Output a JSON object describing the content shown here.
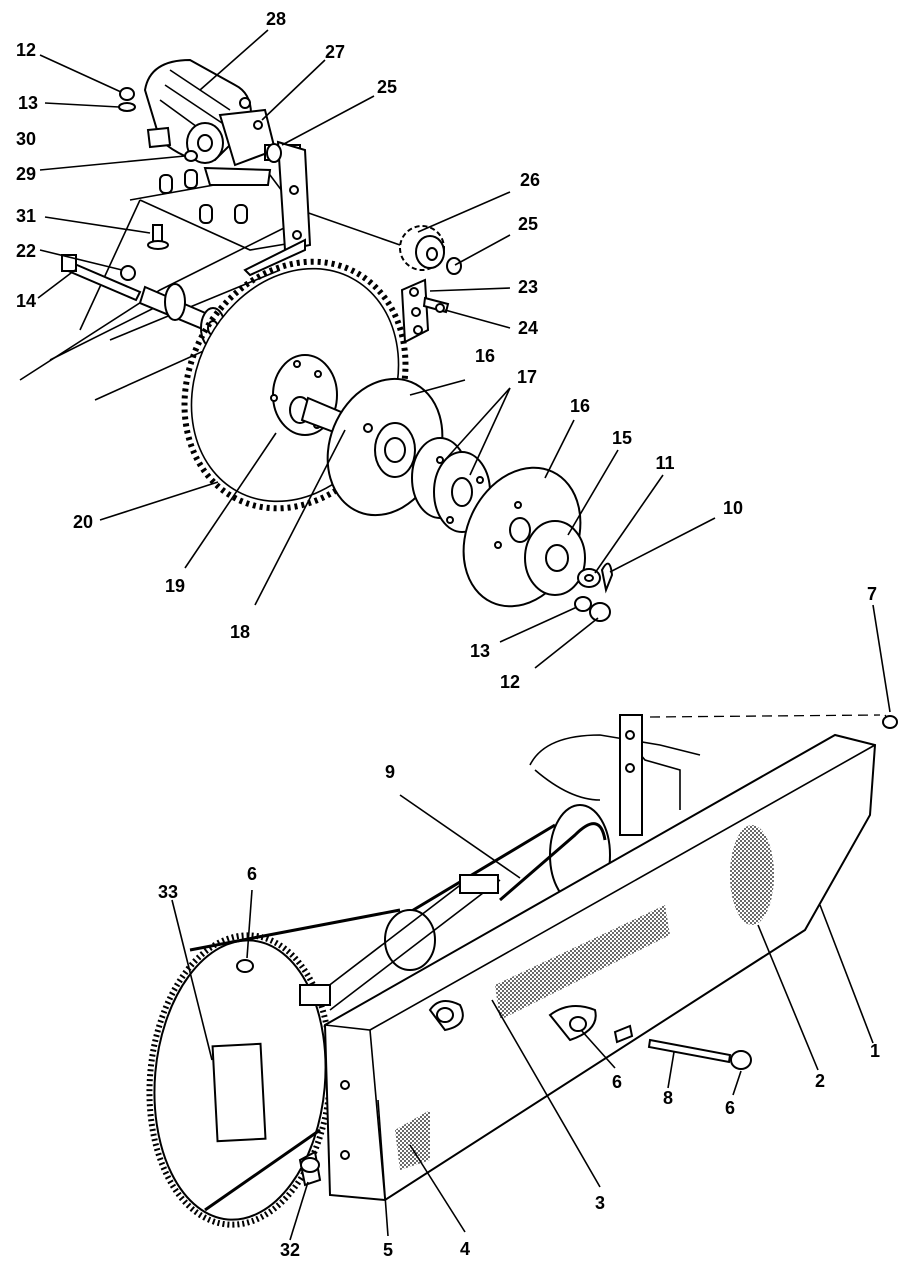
{
  "diagram": {
    "callouts": [
      {
        "id": "c28",
        "text": "28"
      },
      {
        "id": "c27",
        "text": "27"
      },
      {
        "id": "c25a",
        "text": "25"
      },
      {
        "id": "c12a",
        "text": "12"
      },
      {
        "id": "c13a",
        "text": "13"
      },
      {
        "id": "c30",
        "text": "30"
      },
      {
        "id": "c29",
        "text": "29"
      },
      {
        "id": "c31",
        "text": "31"
      },
      {
        "id": "c22",
        "text": "22"
      },
      {
        "id": "c14",
        "text": "14"
      },
      {
        "id": "c26",
        "text": "26"
      },
      {
        "id": "c25b",
        "text": "25"
      },
      {
        "id": "c23",
        "text": "23"
      },
      {
        "id": "c24",
        "text": "24"
      },
      {
        "id": "c16a",
        "text": "16"
      },
      {
        "id": "c17",
        "text": "17"
      },
      {
        "id": "c16b",
        "text": "16"
      },
      {
        "id": "c15",
        "text": "15"
      },
      {
        "id": "c11",
        "text": "11"
      },
      {
        "id": "c10",
        "text": "10"
      },
      {
        "id": "c20",
        "text": "20"
      },
      {
        "id": "c19",
        "text": "19"
      },
      {
        "id": "c18",
        "text": "18"
      },
      {
        "id": "c13b",
        "text": "13"
      },
      {
        "id": "c12b",
        "text": "12"
      },
      {
        "id": "c7",
        "text": "7"
      },
      {
        "id": "c9",
        "text": "9"
      },
      {
        "id": "c6a",
        "text": "6"
      },
      {
        "id": "c33",
        "text": "33"
      },
      {
        "id": "c1",
        "text": "1"
      },
      {
        "id": "c2",
        "text": "2"
      },
      {
        "id": "c6b",
        "text": "6"
      },
      {
        "id": "c8",
        "text": "8"
      },
      {
        "id": "c6c",
        "text": "6"
      },
      {
        "id": "c3",
        "text": "3"
      },
      {
        "id": "c32",
        "text": "32"
      },
      {
        "id": "c5",
        "text": "5"
      },
      {
        "id": "c4",
        "text": "4"
      }
    ]
  }
}
